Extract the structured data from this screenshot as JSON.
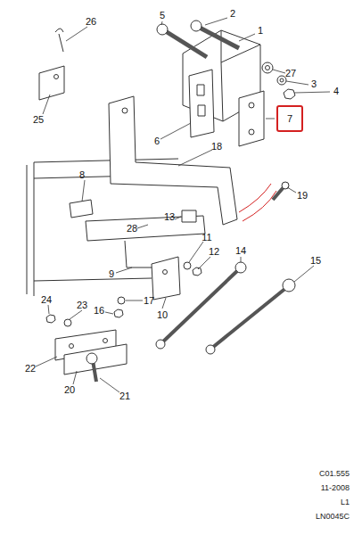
{
  "diagram": {
    "nodes": [
      {
        "text": [
          "7"
        ]
      }
    ],
    "labels": [
      "26",
      "5",
      "2",
      "1",
      "27",
      "3",
      "4",
      "25",
      "6",
      "18",
      "8",
      "13",
      "19",
      "28",
      "11",
      "12",
      "9",
      "14",
      "15",
      "24",
      "23",
      "17",
      "10",
      "16",
      "22",
      "20",
      "21",
      "C01.555",
      "11-2008",
      "L1",
      "LN0045C"
    ]
  }
}
